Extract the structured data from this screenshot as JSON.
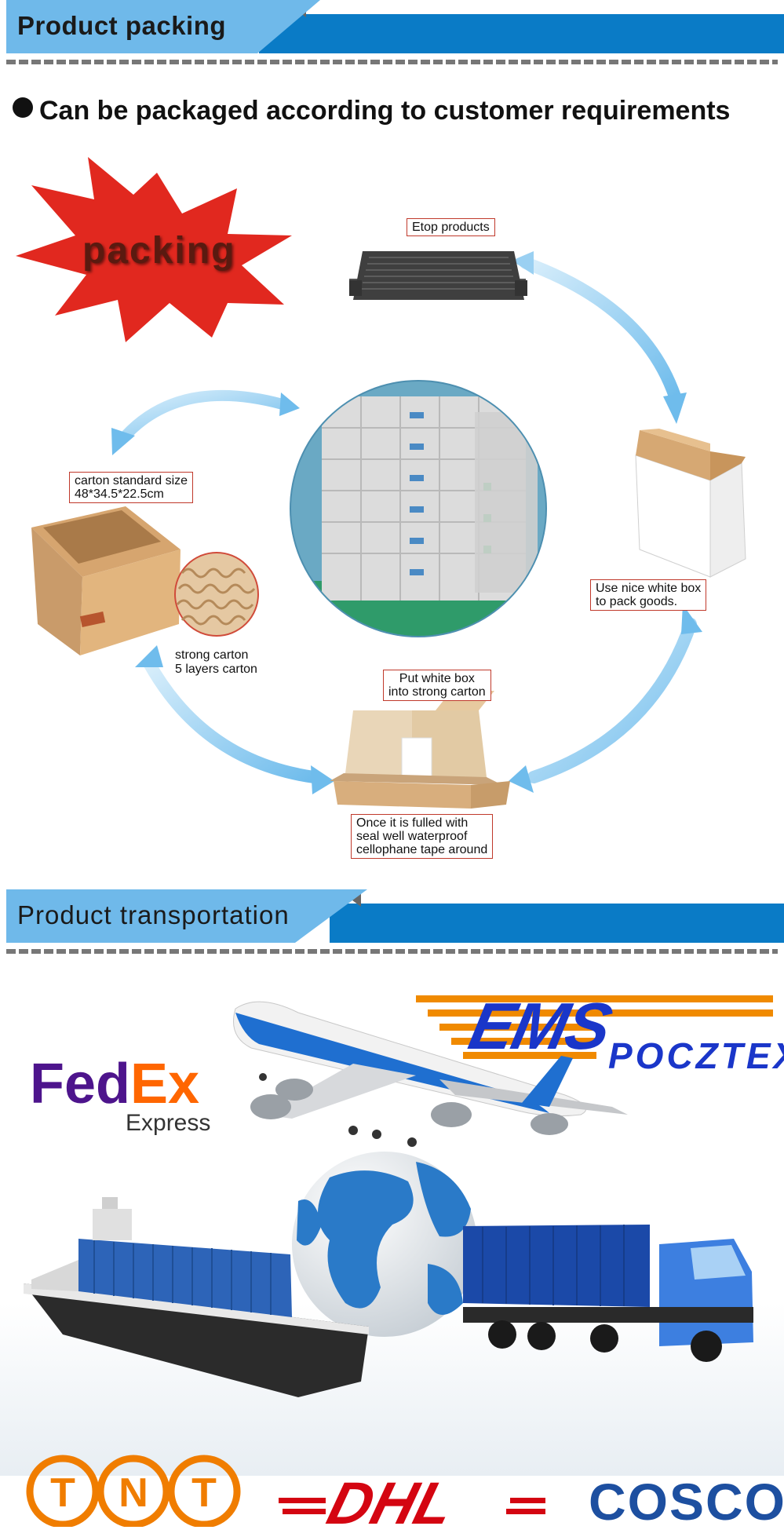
{
  "sections": {
    "packing_title": "Product packing",
    "bullet_text": "Can be packaged according to customer requirements",
    "transport_title": "Product transportation"
  },
  "packing_badge": "packing",
  "labels": {
    "etop_products": "Etop products",
    "carton_size_line1": "carton standard size",
    "carton_size_line2": "48*34.5*22.5cm",
    "strong_carton_line1": "strong carton",
    "strong_carton_line2": "5 layers carton",
    "white_box_line1": "Use nice white box",
    "white_box_line2": "to pack goods.",
    "put_box_line1": "Put white box",
    "put_box_line2": "into strong carton",
    "tape_line1": "Once it is fulled with",
    "tape_line2": "seal well waterproof",
    "tape_line3": "cellophane tape  around"
  },
  "logos": {
    "fedex_fed": "Fed",
    "fedex_ex": "Ex",
    "fedex_express": "Express",
    "ems": "EMS",
    "pocztex": "POCZTEX",
    "tnt": [
      "T",
      "N",
      "T"
    ],
    "dhl": "DHL",
    "cosco": "COSCO"
  },
  "colors": {
    "banner_dark": "#0a7bc6",
    "banner_light": "#6fb9ea",
    "callout_border": "#c0392b",
    "arrow_blue": "#7cc3ee",
    "burst_red": "#e1281f",
    "fedex_purple": "#4d148c",
    "fedex_orange": "#ff6600",
    "ems_orange": "#f08a00",
    "ems_blue": "#1a36c9",
    "tnt_orange": "#f07d00",
    "dhl_red": "#d40511",
    "cosco_blue": "#1d4fa0"
  },
  "icons": [
    "starburst",
    "power-supply-device",
    "white-box",
    "open-carton",
    "corrugated-layers",
    "warehouse-photo",
    "packing-box",
    "airplane",
    "globe",
    "cargo-ship",
    "truck"
  ]
}
